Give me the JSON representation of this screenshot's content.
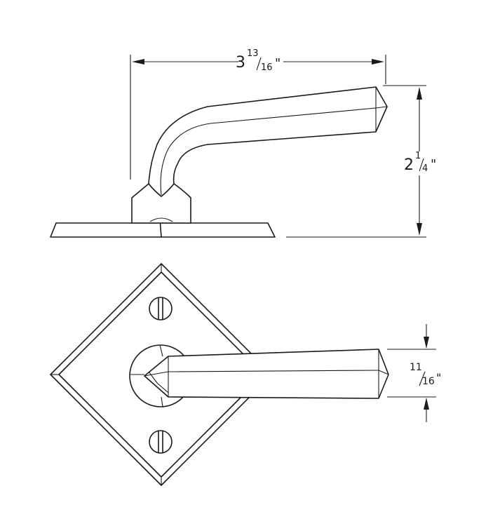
{
  "dimensions": {
    "width": {
      "whole": "3",
      "num": "13",
      "den": "16",
      "unit": "\""
    },
    "height": {
      "whole": "2",
      "num": "1",
      "den": "4",
      "unit": "\""
    },
    "lever_width": {
      "num": "11",
      "den": "16",
      "unit": "\""
    }
  }
}
